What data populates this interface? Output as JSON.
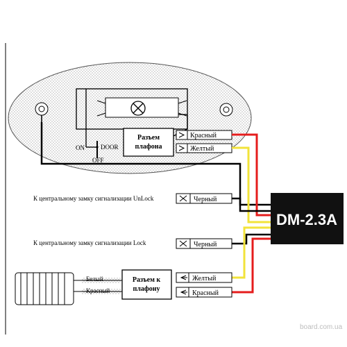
{
  "colors": {
    "red_wire": "#e51c1c",
    "yellow_wire": "#f2e33a",
    "black_wire": "#000000",
    "module_bg": "#111111"
  },
  "top": {
    "switch_on": "ON",
    "switch_door": "DOOR",
    "switch_off": "OFF",
    "connector_line1": "Разъем",
    "connector_line2": "плафона",
    "wire_red": "Красный",
    "wire_yellow": "Желтый"
  },
  "unlock": {
    "label": "К центральному замку сигнализации UnLock",
    "wire": "Черный"
  },
  "lock": {
    "label": "К центральному замку сигнализации Lock",
    "wire": "Черный"
  },
  "module": {
    "name": "DM-2.3A"
  },
  "bottom": {
    "connector_line1": "Разъем  к",
    "connector_line2": "плафону",
    "harness_white": "Белый",
    "harness_red": "Красный",
    "wire_yellow": "Желтый",
    "wire_red": "Красный"
  },
  "watermark": "board.com.ua"
}
